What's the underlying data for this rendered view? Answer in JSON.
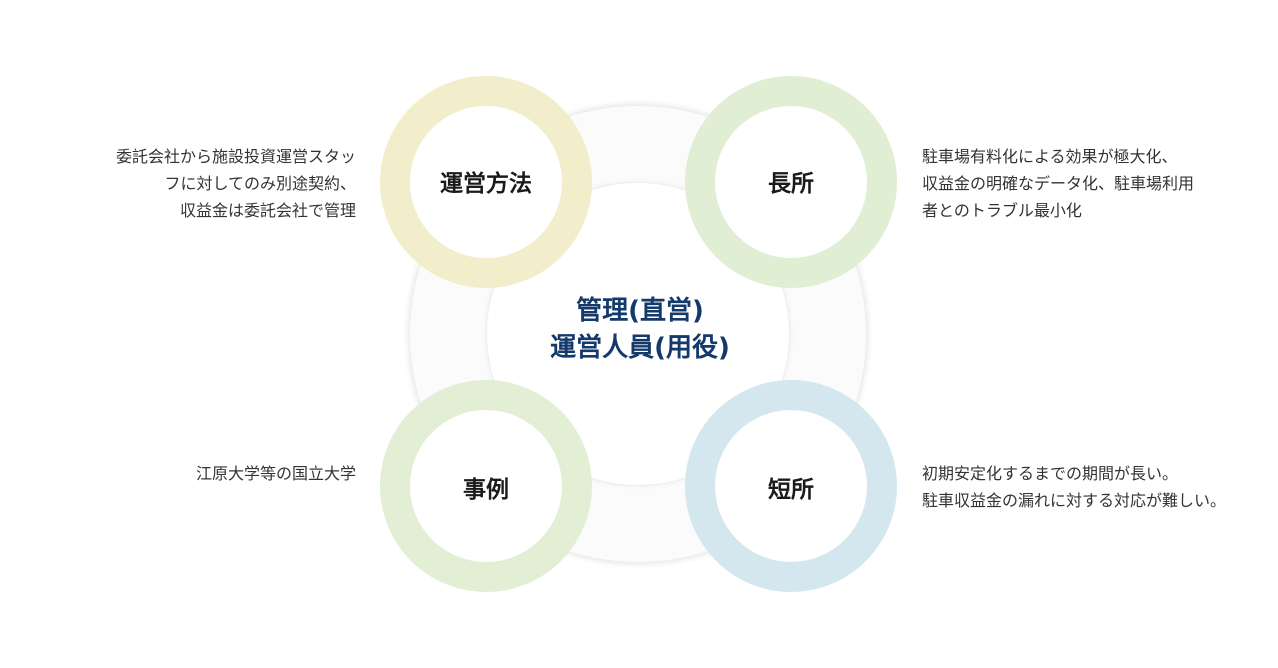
{
  "center": {
    "line1": "管理(直営)",
    "line2": "運営人員(用役)"
  },
  "nodes": {
    "method": {
      "label": "運営方法",
      "color": "#f2edcb"
    },
    "merit": {
      "label": "長所",
      "color": "#e0efd4"
    },
    "example": {
      "label": "事例",
      "color": "#e2efd4"
    },
    "demerit": {
      "label": "短所",
      "color": "#d4e7ef"
    }
  },
  "descriptions": {
    "method": [
      "委託会社から施設投資運営スタッ",
      "フに対してのみ別途契約、",
      "収益金は委託会社で管理"
    ],
    "merit": [
      "駐車場有料化による効果が極大化、",
      "収益金の明確なデータ化、駐車場利用",
      "者とのトラブル最小化"
    ],
    "example": [
      "江原大学等の国立大学"
    ],
    "demerit": [
      "初期安定化するまでの期間が長い。",
      "駐車収益金の漏れに対する対応が難しい。"
    ]
  }
}
